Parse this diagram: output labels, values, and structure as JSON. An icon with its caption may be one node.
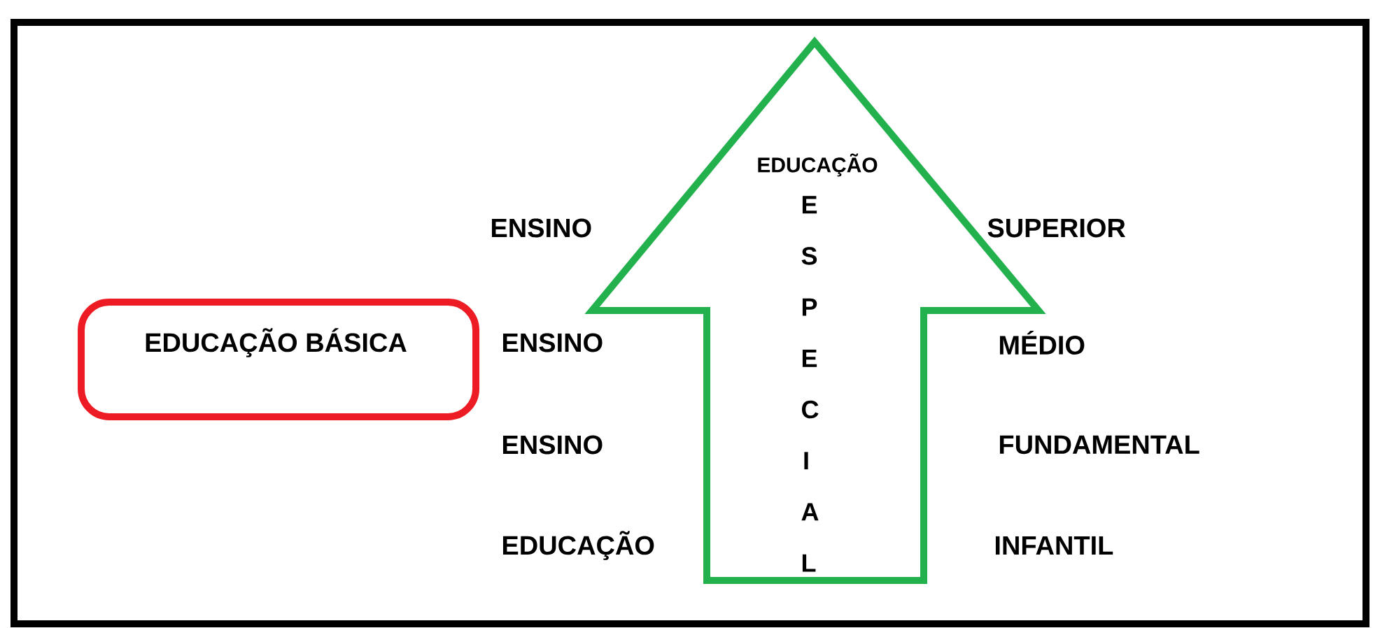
{
  "diagram": {
    "nodes": [
      {
        "text": [
          "EDUCAÇÃO BÁSICA"
        ]
      },
      {
        "text": [
          "EDUCAÇÃO",
          "ESPECIAL"
        ]
      }
    ],
    "labels": [
      "ENSINO",
      "SUPERIOR",
      "ENSINO",
      "MÉDIO",
      "ENSINO",
      "FUNDAMENTAL",
      "EDUCAÇÃO",
      "INFANTIL"
    ]
  }
}
